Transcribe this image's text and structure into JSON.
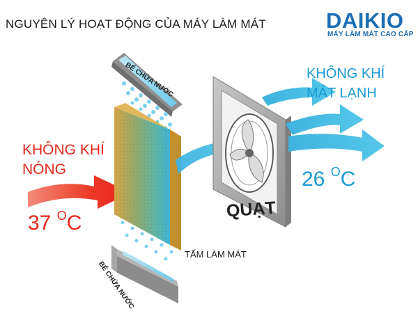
{
  "title": "NGUYÊN LÝ HOẠT ĐỘNG CỦA MÁY LÀM MÁT",
  "brand": {
    "name": "DAIKIO",
    "tagline": "MÁY LÀM MÁT CAO CẤP",
    "color": "#1d6fb4"
  },
  "hot_air": {
    "label_line1": "KHÔNG KHÍ",
    "label_line2": "NÓNG",
    "temp_value": "37",
    "temp_unit": "C",
    "degree_symbol": "O",
    "color": "#e8281c"
  },
  "cool_air": {
    "label_line1": "KHÔNG KHÍ",
    "label_line2": "MÁT LẠNH",
    "temp_value": "26",
    "temp_unit": "C",
    "degree_symbol": "O",
    "color": "#1a9ad6"
  },
  "components": {
    "top_tank": "BỂ CHỨA NƯỚC",
    "bottom_tank": "BỂ CHỨA NƯỚC",
    "pad": "TẤM LÀM MÁT",
    "fan": "QUẠT"
  }
}
